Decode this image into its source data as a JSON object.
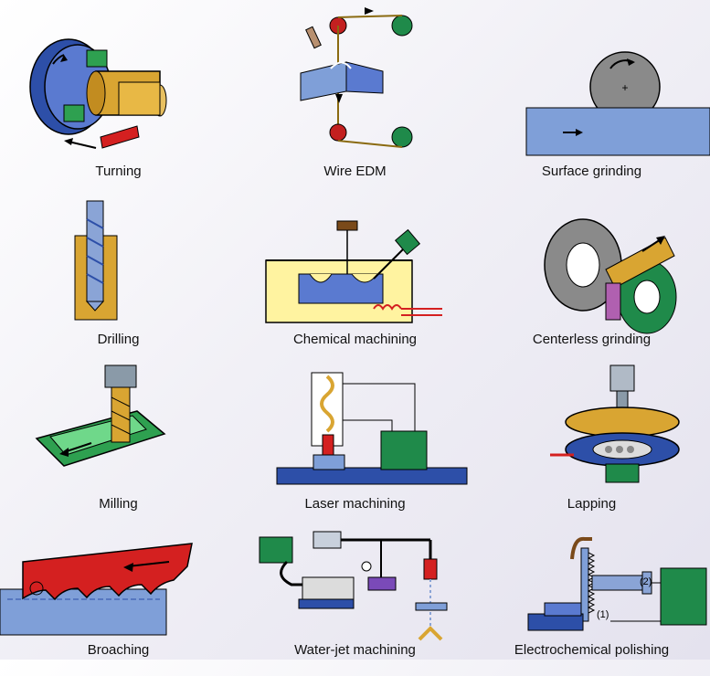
{
  "processes": [
    {
      "label": "Turning"
    },
    {
      "label": "Wire EDM"
    },
    {
      "label": "Surface grinding"
    },
    {
      "label": "Drilling"
    },
    {
      "label": "Chemical machining"
    },
    {
      "label": "Centerless grinding"
    },
    {
      "label": "Milling"
    },
    {
      "label": "Laser machining"
    },
    {
      "label": "Lapping"
    },
    {
      "label": "Broaching"
    },
    {
      "label": "Water-jet machining"
    },
    {
      "label": "Electrochemical polishing"
    }
  ],
  "annotations": {
    "electrochemical_1": "(1)",
    "electrochemical_2": "(2)"
  },
  "colors": {
    "steel_blue": "#3a5fc0",
    "brass": "#d4a030",
    "green": "#1f8a4a",
    "red": "#d42020",
    "workpiece_blue": "#7f9fd8",
    "fluid_yellow": "#fff3a0"
  }
}
